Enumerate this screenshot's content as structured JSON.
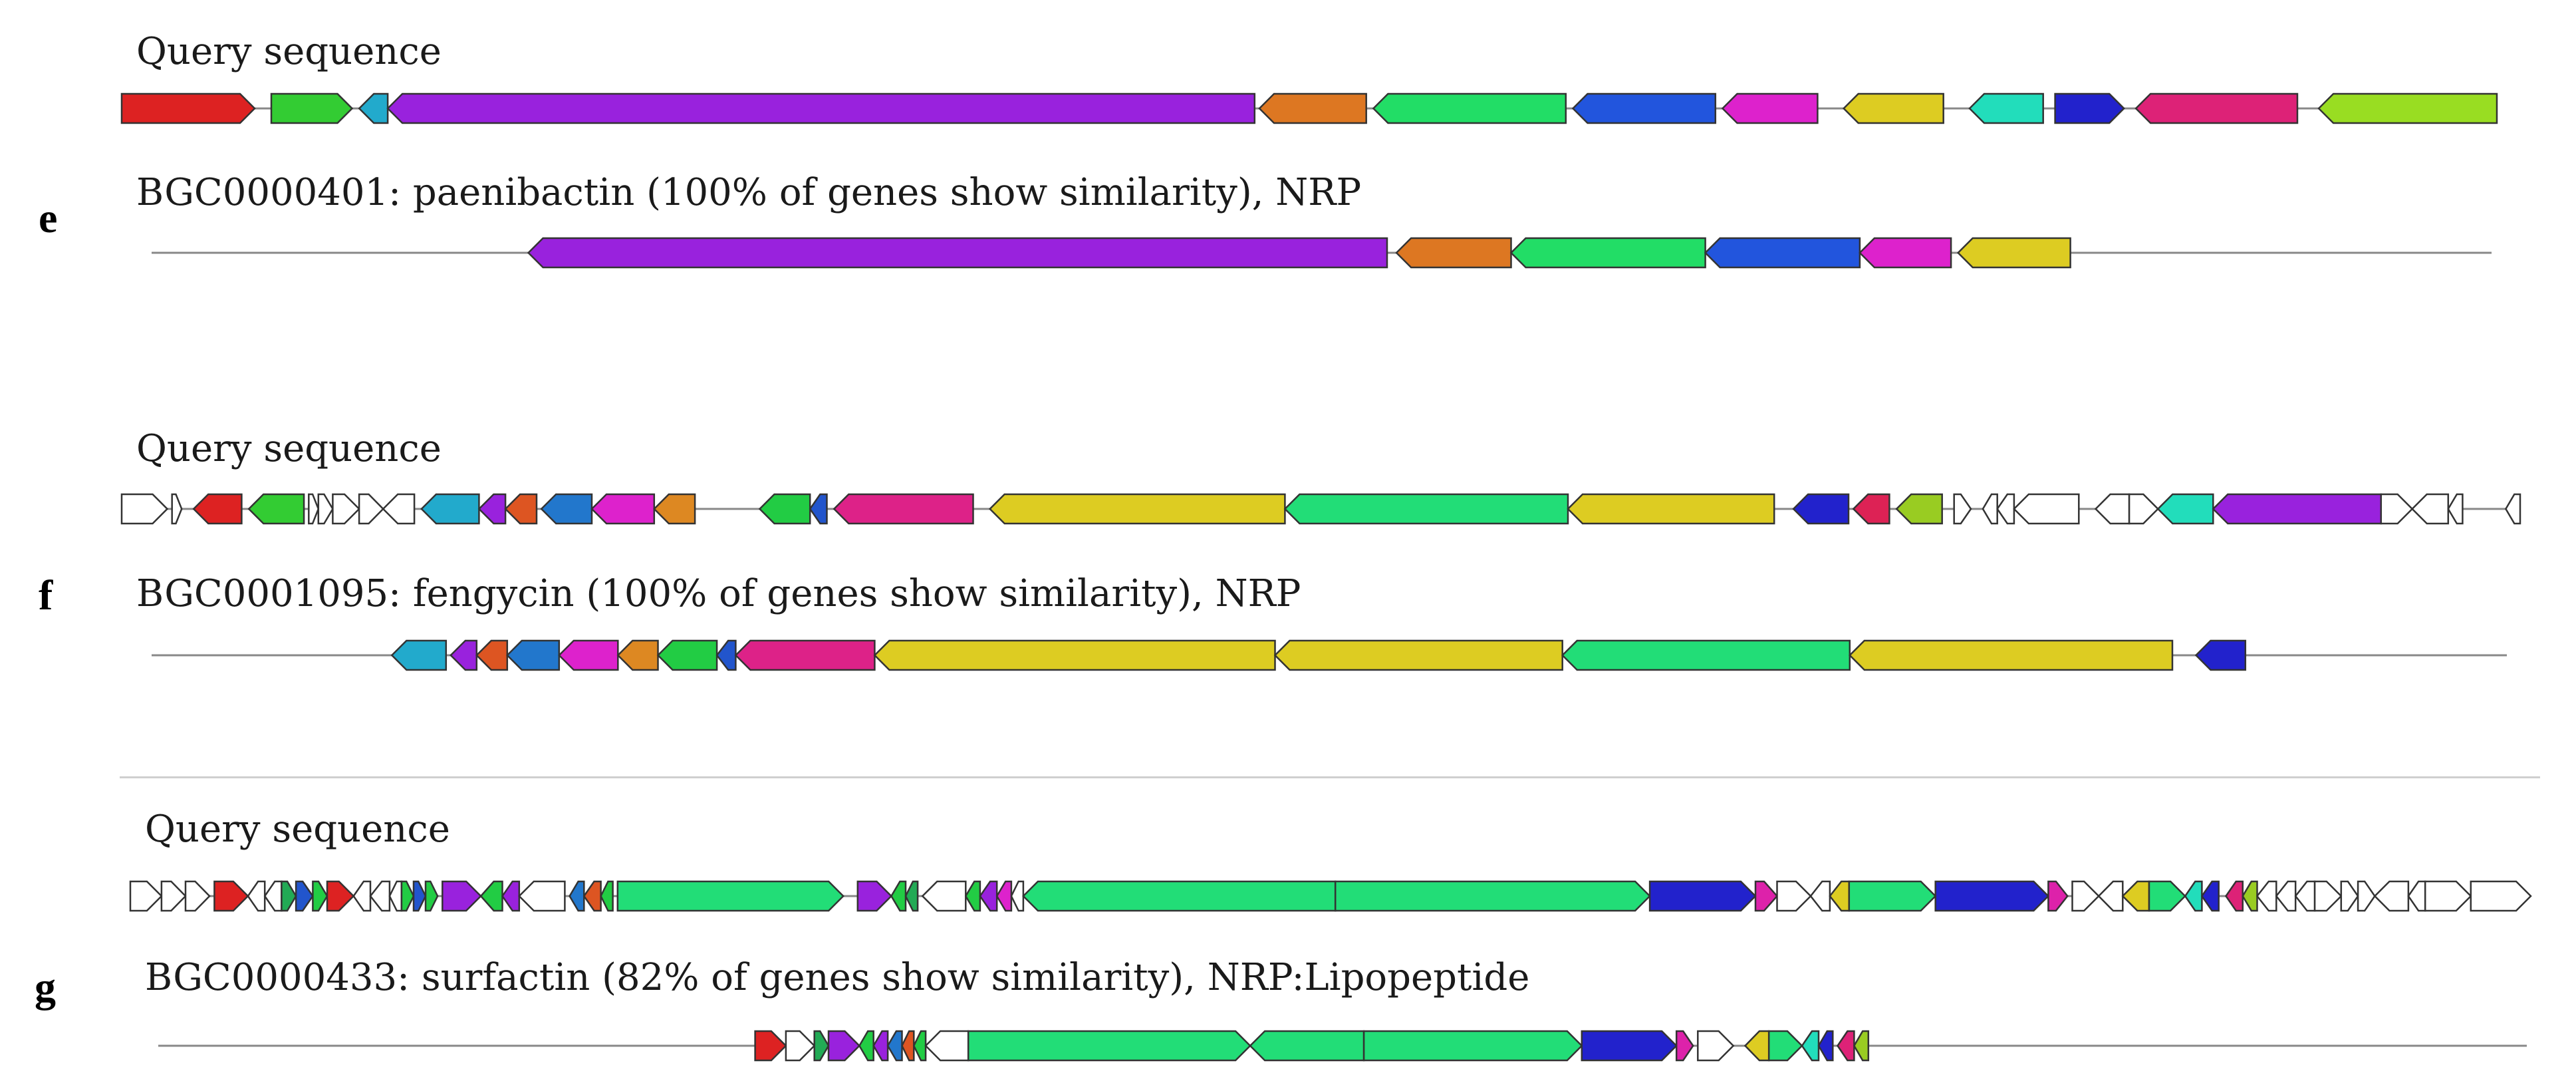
{
  "panels": [
    {
      "letter": "e",
      "query_label": "Query sequence",
      "ref_label": "BGC0000401: paenibactin (100% of genes show similarity), NRP",
      "query_genes": [
        {
          "s": 0.0,
          "e": 0.056,
          "dir": "+",
          "color": "#dd2222"
        },
        {
          "s": 0.063,
          "e": 0.097,
          "dir": "+",
          "color": "#33cc33"
        },
        {
          "s": 0.1,
          "e": 0.112,
          "dir": "-",
          "color": "#22aacc"
        },
        {
          "s": 0.112,
          "e": 0.477,
          "dir": "-",
          "color": "#9922dd"
        },
        {
          "s": 0.479,
          "e": 0.524,
          "dir": "-",
          "color": "#dd7722"
        },
        {
          "s": 0.527,
          "e": 0.608,
          "dir": "-",
          "color": "#22dd66"
        },
        {
          "s": 0.611,
          "e": 0.671,
          "dir": "-",
          "color": "#2255dd"
        },
        {
          "s": 0.674,
          "e": 0.714,
          "dir": "-",
          "color": "#dd22cc"
        },
        {
          "s": 0.725,
          "e": 0.767,
          "dir": "-",
          "color": "#ddcc22"
        },
        {
          "s": 0.778,
          "e": 0.809,
          "dir": "-",
          "color": "#22ddbb"
        },
        {
          "s": 0.814,
          "e": 0.843,
          "dir": "+",
          "color": "#2222cc"
        },
        {
          "s": 0.848,
          "e": 0.916,
          "dir": "-",
          "color": "#dd2277"
        },
        {
          "s": 0.925,
          "e": 1.0,
          "dir": "-",
          "color": "#99dd22"
        }
      ],
      "ref_genes": [
        {
          "s": 0.161,
          "e": 0.528,
          "dir": "-",
          "color": "#9922dd"
        },
        {
          "s": 0.532,
          "e": 0.581,
          "dir": "-",
          "color": "#dd7722"
        },
        {
          "s": 0.581,
          "e": 0.664,
          "dir": "-",
          "color": "#22dd66"
        },
        {
          "s": 0.664,
          "e": 0.73,
          "dir": "-",
          "color": "#2255dd"
        },
        {
          "s": 0.73,
          "e": 0.769,
          "dir": "-",
          "color": "#dd22cc"
        },
        {
          "s": 0.772,
          "e": 0.82,
          "dir": "-",
          "color": "#ddcc22"
        }
      ]
    },
    {
      "letter": "f",
      "query_label": "Query sequence",
      "ref_label": "BGC0001095: fengycin (100% of genes show similarity), NRP",
      "query_genes": [
        {
          "s": 0.0,
          "e": 0.019,
          "dir": "+",
          "color": "none"
        },
        {
          "s": 0.021,
          "e": 0.025,
          "dir": "+",
          "color": "none"
        },
        {
          "s": 0.03,
          "e": 0.05,
          "dir": "-",
          "color": "#dd2222"
        },
        {
          "s": 0.053,
          "e": 0.076,
          "dir": "-",
          "color": "#33cc33"
        },
        {
          "s": 0.078,
          "e": 0.082,
          "dir": "+",
          "color": "none"
        },
        {
          "s": 0.082,
          "e": 0.088,
          "dir": "+",
          "color": "none"
        },
        {
          "s": 0.088,
          "e": 0.099,
          "dir": "+",
          "color": "none"
        },
        {
          "s": 0.099,
          "e": 0.109,
          "dir": "+",
          "color": "none"
        },
        {
          "s": 0.109,
          "e": 0.122,
          "dir": "-",
          "color": "none"
        },
        {
          "s": 0.125,
          "e": 0.149,
          "dir": "-",
          "color": "#22aacc"
        },
        {
          "s": 0.149,
          "e": 0.16,
          "dir": "-",
          "color": "#9922dd"
        },
        {
          "s": 0.16,
          "e": 0.173,
          "dir": "-",
          "color": "#dd5522"
        },
        {
          "s": 0.175,
          "e": 0.196,
          "dir": "-",
          "color": "#2277cc"
        },
        {
          "s": 0.196,
          "e": 0.222,
          "dir": "-",
          "color": "#dd22cc"
        },
        {
          "s": 0.222,
          "e": 0.239,
          "dir": "-",
          "color": "#dd8822"
        },
        {
          "s": 0.266,
          "e": 0.287,
          "dir": "-",
          "color": "#22cc44"
        },
        {
          "s": 0.287,
          "e": 0.294,
          "dir": "-",
          "color": "#2255cc"
        },
        {
          "s": 0.297,
          "e": 0.355,
          "dir": "-",
          "color": "#dd2288"
        },
        {
          "s": 0.362,
          "e": 0.485,
          "dir": "-",
          "color": "#ddcc22"
        },
        {
          "s": 0.485,
          "e": 0.603,
          "dir": "-",
          "color": "#22dd77"
        },
        {
          "s": 0.603,
          "e": 0.689,
          "dir": "-",
          "color": "#ddcc22"
        },
        {
          "s": 0.697,
          "e": 0.72,
          "dir": "-",
          "color": "#2222cc"
        },
        {
          "s": 0.722,
          "e": 0.737,
          "dir": "-",
          "color": "#dd2255"
        },
        {
          "s": 0.74,
          "e": 0.759,
          "dir": "-",
          "color": "#99cc22"
        },
        {
          "s": 0.764,
          "e": 0.771,
          "dir": "+",
          "color": "none"
        },
        {
          "s": 0.776,
          "e": 0.782,
          "dir": "-",
          "color": "none"
        },
        {
          "s": 0.782,
          "e": 0.789,
          "dir": "-",
          "color": "none"
        },
        {
          "s": 0.789,
          "e": 0.816,
          "dir": "-",
          "color": "none"
        },
        {
          "s": 0.823,
          "e": 0.837,
          "dir": "-",
          "color": "none"
        },
        {
          "s": 0.837,
          "e": 0.849,
          "dir": "+",
          "color": "none"
        },
        {
          "s": 0.849,
          "e": 0.872,
          "dir": "-",
          "color": "#22ddbb"
        },
        {
          "s": 0.872,
          "e": 0.942,
          "dir": "-",
          "color": "#9922dd"
        },
        {
          "s": 0.942,
          "e": 0.955,
          "dir": "+",
          "color": "none"
        },
        {
          "s": 0.955,
          "e": 0.97,
          "dir": "-",
          "color": "none"
        },
        {
          "s": 0.97,
          "e": 0.976,
          "dir": "-",
          "color": "none"
        },
        {
          "s": 0.994,
          "e": 1.0,
          "dir": "-",
          "color": "none"
        }
      ],
      "ref_genes": [
        {
          "s": 0.102,
          "e": 0.125,
          "dir": "-",
          "color": "#22aacc"
        },
        {
          "s": 0.127,
          "e": 0.138,
          "dir": "-",
          "color": "#9922dd"
        },
        {
          "s": 0.138,
          "e": 0.151,
          "dir": "-",
          "color": "#dd5522"
        },
        {
          "s": 0.151,
          "e": 0.173,
          "dir": "-",
          "color": "#2277cc"
        },
        {
          "s": 0.173,
          "e": 0.198,
          "dir": "-",
          "color": "#dd22cc"
        },
        {
          "s": 0.198,
          "e": 0.215,
          "dir": "-",
          "color": "#dd8822"
        },
        {
          "s": 0.215,
          "e": 0.24,
          "dir": "-",
          "color": "#22cc44"
        },
        {
          "s": 0.24,
          "e": 0.248,
          "dir": "-",
          "color": "#2255cc"
        },
        {
          "s": 0.248,
          "e": 0.307,
          "dir": "-",
          "color": "#dd2288"
        },
        {
          "s": 0.307,
          "e": 0.477,
          "dir": "-",
          "color": "#ddcc22"
        },
        {
          "s": 0.477,
          "e": 0.599,
          "dir": "-",
          "color": "#ddcc22"
        },
        {
          "s": 0.599,
          "e": 0.721,
          "dir": "-",
          "color": "#22dd77"
        },
        {
          "s": 0.721,
          "e": 0.858,
          "dir": "-",
          "color": "#ddcc22"
        },
        {
          "s": 0.868,
          "e": 0.889,
          "dir": "-",
          "color": "#2222cc"
        }
      ]
    },
    {
      "letter": "g",
      "query_label": "Query sequence",
      "ref_label": "BGC0000433: surfactin (82% of genes show similarity), NRP:Lipopeptide",
      "query_genes": [
        {
          "s": 0.0,
          "e": 0.013,
          "dir": "+",
          "color": "none"
        },
        {
          "s": 0.013,
          "e": 0.023,
          "dir": "+",
          "color": "none"
        },
        {
          "s": 0.023,
          "e": 0.033,
          "dir": "+",
          "color": "none"
        },
        {
          "s": 0.035,
          "e": 0.049,
          "dir": "+",
          "color": "#dd2222"
        },
        {
          "s": 0.049,
          "e": 0.056,
          "dir": "-",
          "color": "none"
        },
        {
          "s": 0.056,
          "e": 0.063,
          "dir": "-",
          "color": "none"
        },
        {
          "s": 0.063,
          "e": 0.069,
          "dir": "+",
          "color": "#22aa55"
        },
        {
          "s": 0.069,
          "e": 0.076,
          "dir": "+",
          "color": "#2255cc"
        },
        {
          "s": 0.076,
          "e": 0.082,
          "dir": "+",
          "color": "#22cc44"
        },
        {
          "s": 0.082,
          "e": 0.093,
          "dir": "+",
          "color": "#dd2222"
        },
        {
          "s": 0.093,
          "e": 0.1,
          "dir": "-",
          "color": "none"
        },
        {
          "s": 0.1,
          "e": 0.108,
          "dir": "-",
          "color": "none"
        },
        {
          "s": 0.108,
          "e": 0.113,
          "dir": "-",
          "color": "none"
        },
        {
          "s": 0.113,
          "e": 0.118,
          "dir": "+",
          "color": "#22cc44"
        },
        {
          "s": 0.118,
          "e": 0.123,
          "dir": "+",
          "color": "#2255cc"
        },
        {
          "s": 0.123,
          "e": 0.128,
          "dir": "+",
          "color": "#22cc44"
        },
        {
          "s": 0.13,
          "e": 0.146,
          "dir": "+",
          "color": "#9922dd"
        },
        {
          "s": 0.146,
          "e": 0.155,
          "dir": "-",
          "color": "#22cc44"
        },
        {
          "s": 0.155,
          "e": 0.162,
          "dir": "-",
          "color": "#9922dd"
        },
        {
          "s": 0.162,
          "e": 0.181,
          "dir": "-",
          "color": "none"
        },
        {
          "s": 0.183,
          "e": 0.189,
          "dir": "-",
          "color": "#2277cc"
        },
        {
          "s": 0.189,
          "e": 0.196,
          "dir": "-",
          "color": "#dd5522"
        },
        {
          "s": 0.196,
          "e": 0.201,
          "dir": "-",
          "color": "#22cc44"
        },
        {
          "s": 0.203,
          "e": 0.297,
          "dir": "+",
          "color": "#22dd77"
        },
        {
          "s": 0.303,
          "e": 0.317,
          "dir": "+",
          "color": "#9922dd"
        },
        {
          "s": 0.317,
          "e": 0.323,
          "dir": "-",
          "color": "#22cc44"
        },
        {
          "s": 0.323,
          "e": 0.328,
          "dir": "-",
          "color": "#22aa55"
        },
        {
          "s": 0.33,
          "e": 0.348,
          "dir": "-",
          "color": "none"
        },
        {
          "s": 0.348,
          "e": 0.354,
          "dir": "-",
          "color": "#22cc44"
        },
        {
          "s": 0.354,
          "e": 0.361,
          "dir": "-",
          "color": "#9922dd"
        },
        {
          "s": 0.361,
          "e": 0.367,
          "dir": "-",
          "color": "#dd22cc"
        },
        {
          "s": 0.367,
          "e": 0.372,
          "dir": "-",
          "color": "none"
        },
        {
          "s": 0.372,
          "e": 0.502,
          "dir": "-",
          "color": "#22dd77"
        },
        {
          "s": 0.502,
          "e": 0.633,
          "dir": "+",
          "color": "#22dd77"
        },
        {
          "s": 0.633,
          "e": 0.677,
          "dir": "+",
          "color": "#2222cc"
        },
        {
          "s": 0.677,
          "e": 0.686,
          "dir": "+",
          "color": "#dd22aa"
        },
        {
          "s": 0.686,
          "e": 0.7,
          "dir": "+",
          "color": "none"
        },
        {
          "s": 0.7,
          "e": 0.708,
          "dir": "-",
          "color": "none"
        },
        {
          "s": 0.708,
          "e": 0.716,
          "dir": "-",
          "color": "#ddcc22"
        },
        {
          "s": 0.716,
          "e": 0.752,
          "dir": "+",
          "color": "#22dd77"
        },
        {
          "s": 0.752,
          "e": 0.799,
          "dir": "+",
          "color": "#2222cc"
        },
        {
          "s": 0.799,
          "e": 0.807,
          "dir": "+",
          "color": "#dd22aa"
        },
        {
          "s": 0.809,
          "e": 0.82,
          "dir": "+",
          "color": "none"
        },
        {
          "s": 0.82,
          "e": 0.83,
          "dir": "-",
          "color": "none"
        },
        {
          "s": 0.83,
          "e": 0.841,
          "dir": "-",
          "color": "#ddcc22"
        },
        {
          "s": 0.841,
          "e": 0.856,
          "dir": "+",
          "color": "#22dd77"
        },
        {
          "s": 0.856,
          "e": 0.863,
          "dir": "-",
          "color": "#22ddbb"
        },
        {
          "s": 0.863,
          "e": 0.87,
          "dir": "-",
          "color": "#2222cc"
        },
        {
          "s": 0.873,
          "e": 0.88,
          "dir": "-",
          "color": "#dd2277"
        },
        {
          "s": 0.88,
          "e": 0.886,
          "dir": "-",
          "color": "#99cc22"
        },
        {
          "s": 0.886,
          "e": 0.894,
          "dir": "-",
          "color": "none"
        },
        {
          "s": 0.894,
          "e": 0.902,
          "dir": "-",
          "color": "none"
        },
        {
          "s": 0.902,
          "e": 0.91,
          "dir": "-",
          "color": "none"
        },
        {
          "s": 0.91,
          "e": 0.921,
          "dir": "+",
          "color": "none"
        },
        {
          "s": 0.921,
          "e": 0.928,
          "dir": "+",
          "color": "none"
        },
        {
          "s": 0.928,
          "e": 0.935,
          "dir": "+",
          "color": "none"
        },
        {
          "s": 0.935,
          "e": 0.949,
          "dir": "-",
          "color": "none"
        },
        {
          "s": 0.949,
          "e": 0.956,
          "dir": "-",
          "color": "none"
        },
        {
          "s": 0.956,
          "e": 0.975,
          "dir": "+",
          "color": "none"
        },
        {
          "s": 0.975,
          "e": 1.0,
          "dir": "+",
          "color": "none"
        }
      ],
      "ref_genes": [
        {
          "s": 0.252,
          "e": 0.265,
          "dir": "+",
          "color": "#dd2222"
        },
        {
          "s": 0.265,
          "e": 0.277,
          "dir": "+",
          "color": "none"
        },
        {
          "s": 0.277,
          "e": 0.283,
          "dir": "+",
          "color": "#22aa55"
        },
        {
          "s": 0.283,
          "e": 0.296,
          "dir": "+",
          "color": "#9922dd"
        },
        {
          "s": 0.296,
          "e": 0.302,
          "dir": "-",
          "color": "#22cc44"
        },
        {
          "s": 0.302,
          "e": 0.308,
          "dir": "-",
          "color": "#9922dd"
        },
        {
          "s": 0.308,
          "e": 0.314,
          "dir": "-",
          "color": "#2277cc"
        },
        {
          "s": 0.314,
          "e": 0.319,
          "dir": "-",
          "color": "#dd5522"
        },
        {
          "s": 0.319,
          "e": 0.324,
          "dir": "-",
          "color": "#22cc44"
        },
        {
          "s": 0.324,
          "e": 0.342,
          "dir": "-",
          "color": "none"
        },
        {
          "s": 0.342,
          "e": 0.461,
          "dir": "+",
          "color": "#22dd77"
        },
        {
          "s": 0.461,
          "e": 0.509,
          "dir": "-",
          "color": "#22dd77"
        },
        {
          "s": 0.509,
          "e": 0.601,
          "dir": "+",
          "color": "#22dd77"
        },
        {
          "s": 0.601,
          "e": 0.641,
          "dir": "+",
          "color": "#2222cc"
        },
        {
          "s": 0.641,
          "e": 0.648,
          "dir": "+",
          "color": "#dd22aa"
        },
        {
          "s": 0.65,
          "e": 0.665,
          "dir": "+",
          "color": "none"
        },
        {
          "s": 0.67,
          "e": 0.68,
          "dir": "-",
          "color": "#ddcc22"
        },
        {
          "s": 0.68,
          "e": 0.694,
          "dir": "+",
          "color": "#22dd77"
        },
        {
          "s": 0.694,
          "e": 0.701,
          "dir": "-",
          "color": "#22ddbb"
        },
        {
          "s": 0.701,
          "e": 0.707,
          "dir": "-",
          "color": "#2222cc"
        },
        {
          "s": 0.709,
          "e": 0.716,
          "dir": "-",
          "color": "#dd2277"
        },
        {
          "s": 0.716,
          "e": 0.722,
          "dir": "-",
          "color": "#99cc22"
        }
      ]
    }
  ]
}
